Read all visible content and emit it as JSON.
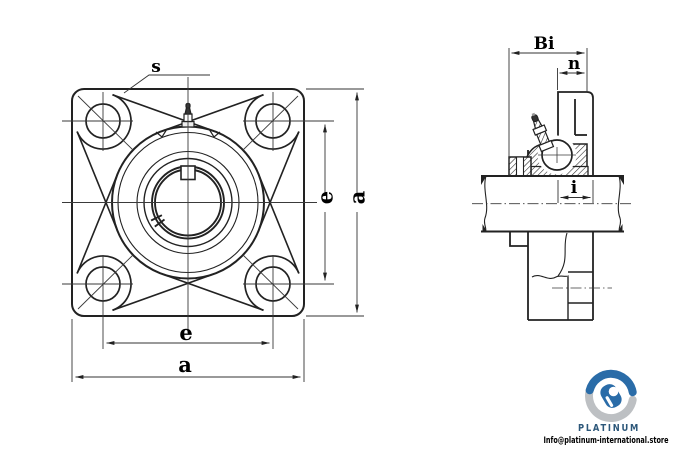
{
  "drawing": {
    "ink": "#222222",
    "thin": "#3a3a3a",
    "front_view": {
      "labels": {
        "s": "s",
        "e_right": "e",
        "a_right": "a",
        "e_bottom": "e",
        "a_bottom": "a"
      }
    },
    "side_view": {
      "labels": {
        "bi": "Bi",
        "n": "n",
        "i": "i"
      }
    }
  },
  "logo": {
    "brand": "PLATINUM",
    "email": "Info@platinum-international.store",
    "blue": "#2a6ca8",
    "gray": "#bdc0c3",
    "brand_color": "#2c5779",
    "email_color": "#000000"
  }
}
